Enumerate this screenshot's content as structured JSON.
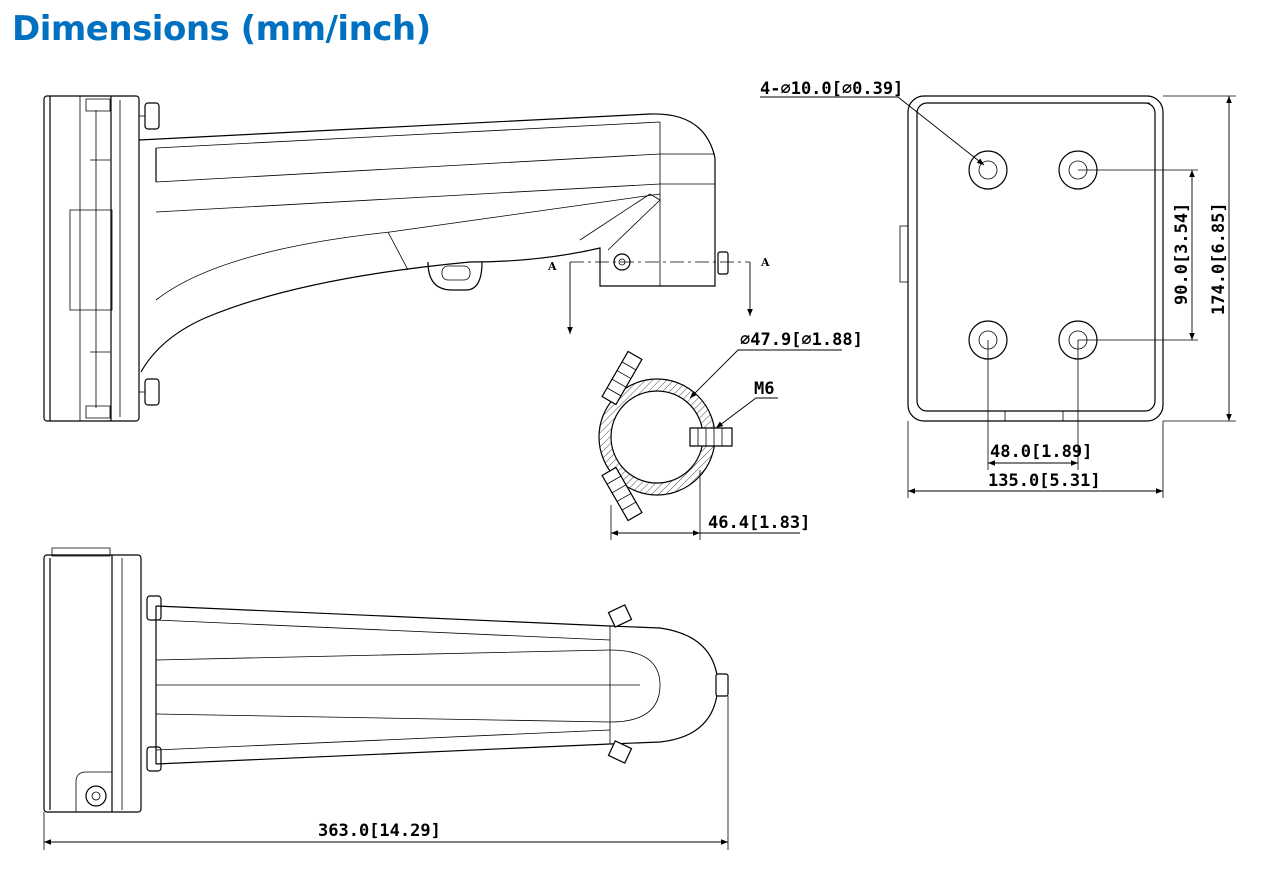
{
  "title": "Dimensions (mm/inch)",
  "colors": {
    "title": "#0070c0",
    "line": "#000000"
  },
  "labels": {
    "holes": "4-⌀10.0[⌀0.39]",
    "pipe_diameter": "⌀47.9[⌀1.88]",
    "screw": "M6",
    "section_left": "A",
    "section_right": "A",
    "pipe_width": "46.4[1.83]",
    "hole_vertical": "90.0[3.54]",
    "plate_height": "174.0[6.85]",
    "hole_horizontal": "48.0[1.89]",
    "plate_width": "135.0[5.31]",
    "total_length": "363.0[14.29]"
  }
}
